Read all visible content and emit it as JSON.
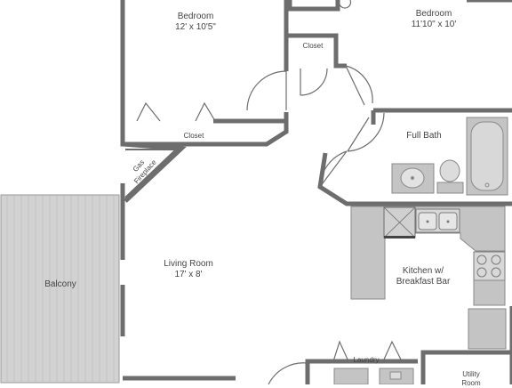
{
  "rooms": {
    "bedroom_1": {
      "name": "Bedroom",
      "size": "12' x 10'5\""
    },
    "bedroom_2": {
      "name": "Bedroom",
      "size": "11'10\" x 10'"
    },
    "closet_top": {
      "name": "Closet"
    },
    "closet_mid": {
      "name": "Closet"
    },
    "full_bath": {
      "name": "Full Bath"
    },
    "fireplace": {
      "line1": "Gas",
      "line2": "Fireplace"
    },
    "balcony": {
      "name": "Balcony"
    },
    "living_room": {
      "name": "Living Room",
      "size": "17' x 8'"
    },
    "kitchen": {
      "line1": "Kitchen w/",
      "line2": "Breakfast Bar"
    },
    "laundry": {
      "name": "Laundry"
    },
    "utility": {
      "line1": "Utility",
      "line2": "Room"
    }
  },
  "colors": {
    "wall": "#6d6d6d",
    "fixture_fill": "#c4c4c4",
    "fixture_stroke": "#8a8a8a",
    "balcony_fill": "#d2d2d2",
    "text": "#444444"
  }
}
